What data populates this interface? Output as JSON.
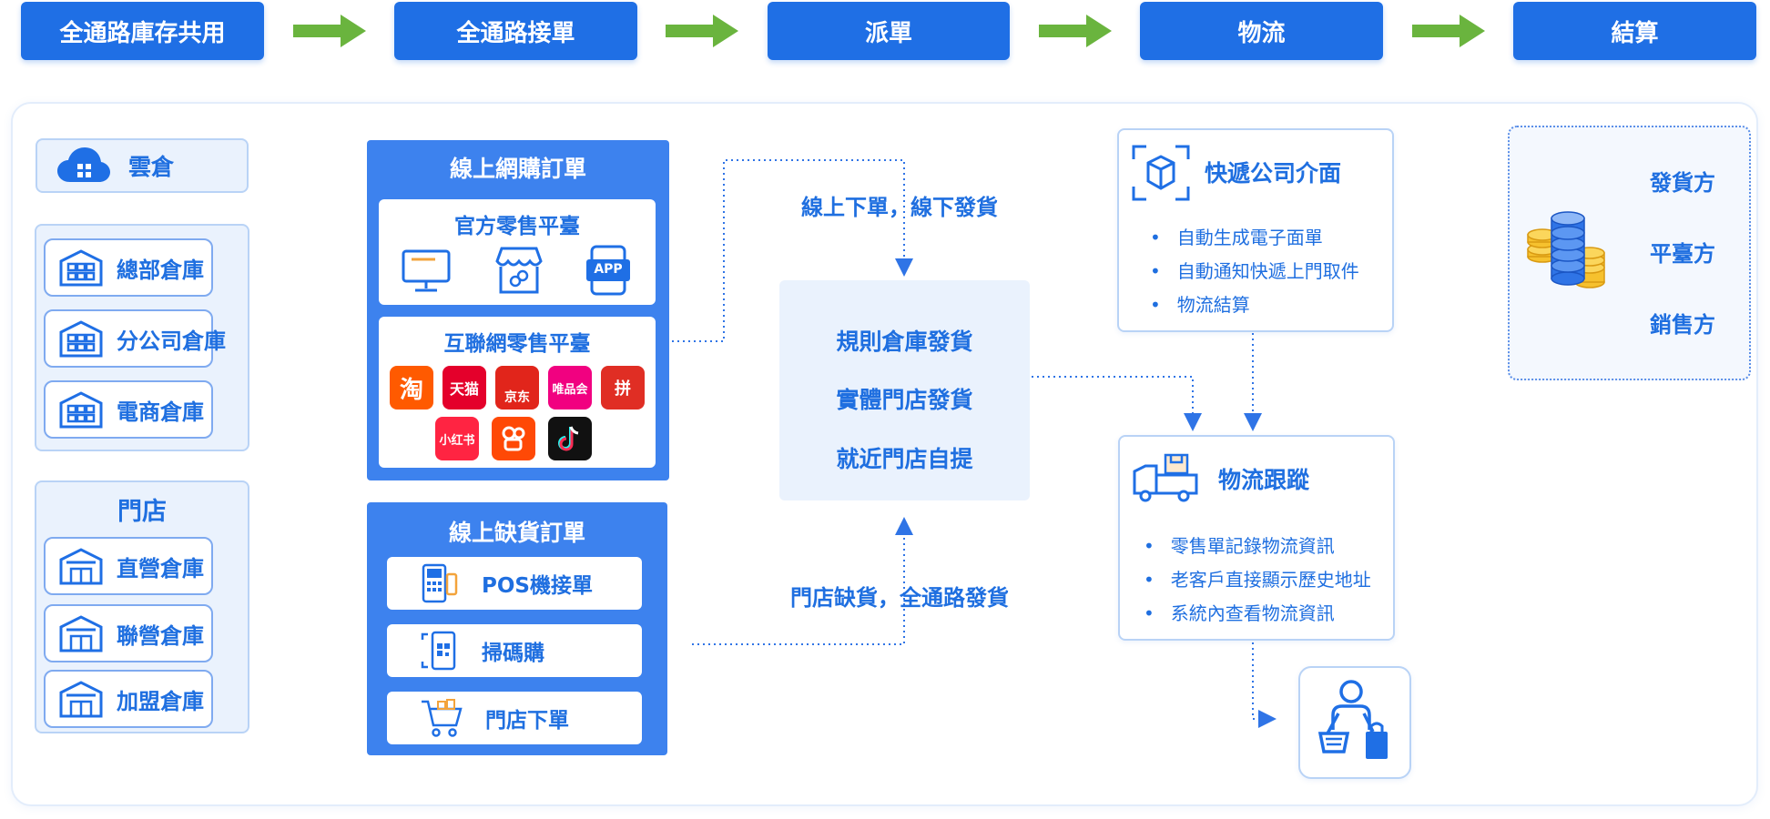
{
  "flow": {
    "steps": [
      "全通路庫存共用",
      "全通路接單",
      "派單",
      "物流",
      "結算"
    ]
  },
  "warehouses": {
    "cloud": {
      "label": "雲倉",
      "icon": "cloud-icon"
    },
    "main_group": [
      {
        "label": "總部倉庫",
        "icon": "warehouse-icon"
      },
      {
        "label": "分公司倉庫",
        "icon": "warehouse-icon"
      },
      {
        "label": "電商倉庫",
        "icon": "warehouse-icon"
      }
    ],
    "stores": {
      "title": "門店",
      "items": [
        {
          "label": "直營倉庫",
          "icon": "store-warehouse-icon"
        },
        {
          "label": "聯營倉庫",
          "icon": "store-warehouse-icon"
        },
        {
          "label": "加盟倉庫",
          "icon": "store-warehouse-icon"
        }
      ]
    }
  },
  "online_orders": {
    "title": "線上網購訂單",
    "official": {
      "title": "官方零售平臺",
      "icons": [
        "desktop-icon",
        "mini-program-store-icon",
        "app-icon"
      ],
      "app_text": "APP"
    },
    "internet": {
      "title": "互聯網零售平臺",
      "logos": [
        {
          "name": "taobao-logo",
          "text": "淘",
          "color": "#ff5a00"
        },
        {
          "name": "tmall-logo",
          "text": "天猫",
          "color": "#e4002b"
        },
        {
          "name": "jd-logo",
          "text": "京东",
          "color": "#e1251b"
        },
        {
          "name": "vip-logo",
          "text": "唯品会",
          "color": "#f10180"
        },
        {
          "name": "pinduoduo-logo",
          "text": "拼",
          "color": "#e02e24"
        },
        {
          "name": "xiaohongshu-logo",
          "text": "小红书",
          "color": "#ff2442"
        },
        {
          "name": "kuaishou-logo",
          "text": "",
          "color": "#ff4906"
        },
        {
          "name": "douyin-logo",
          "text": "",
          "color": "#111111"
        }
      ]
    }
  },
  "shortage_orders": {
    "title": "線上缺貨訂單",
    "items": [
      {
        "label": "POS機接單",
        "icon": "pos-terminal-icon"
      },
      {
        "label": "掃碼購",
        "icon": "scan-qr-icon"
      },
      {
        "label": "門店下單",
        "icon": "shopping-cart-icon"
      }
    ]
  },
  "dispatch": {
    "top_label": "線上下單，線下發貨",
    "bottom_label": "門店缺貨，全通路發貨",
    "rules": [
      "規則倉庫發貨",
      "實體門店發貨",
      "就近門店自提"
    ]
  },
  "courier": {
    "title": "快遞公司介面",
    "icon": "package-scan-icon",
    "items": [
      "自動生成電子面單",
      "自動通知快遞上門取件",
      "物流結算"
    ]
  },
  "tracking": {
    "title": "物流跟蹤",
    "icon": "delivery-truck-icon",
    "items": [
      "零售單記錄物流資訊",
      "老客戶直接顯示歷史地址",
      "系統內查看物流資訊"
    ]
  },
  "customer": {
    "icon": "shopper-icon"
  },
  "settlement": {
    "icon": "coins-icon",
    "parties": [
      "發貨方",
      "平臺方",
      "銷售方"
    ]
  },
  "colors": {
    "primary": "#1f6fe5",
    "panel_blue": "#3d82ee",
    "arrow_green": "#6ab43e",
    "pale_blue": "#eaf2fd"
  }
}
